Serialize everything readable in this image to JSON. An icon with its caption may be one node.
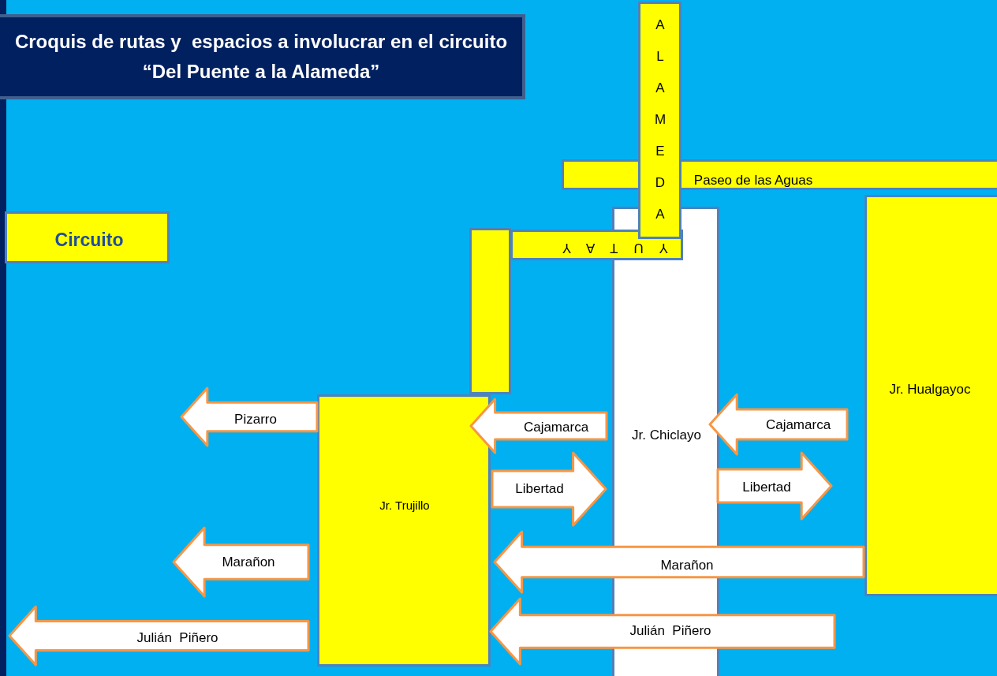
{
  "diagram": {
    "title": "Croquis de rutas y  espacios a involucrar en el circuito “Del Puente a la Alameda”",
    "nodes": [
      {
        "text": [
          "Circuito"
        ]
      },
      {
        "text": [
          "Paseo de las Aguas"
        ]
      },
      {
        "text": [
          "Jr. Chiclayo"
        ]
      },
      {
        "text": [
          "Jr. Hualgayoc"
        ]
      },
      {
        "text": [
          "ALAMEDA"
        ]
      },
      {
        "text": [
          "YUTAY"
        ]
      },
      {
        "text": [],
        "shape": "box"
      },
      {
        "text": [
          "Jr. Trujillo"
        ]
      },
      {
        "text": [
          "Pizarro"
        ]
      },
      {
        "text": [
          "Cajamarca"
        ]
      },
      {
        "text": [
          "Libertad"
        ]
      },
      {
        "text": [
          "Cajamarca"
        ]
      },
      {
        "text": [
          "Libertad"
        ]
      },
      {
        "text": [
          "Marañon"
        ]
      },
      {
        "text": [
          "Marañon"
        ]
      },
      {
        "text": [
          "Julián  Piñero"
        ]
      },
      {
        "text": [
          "Julián  Piñero"
        ]
      }
    ]
  }
}
